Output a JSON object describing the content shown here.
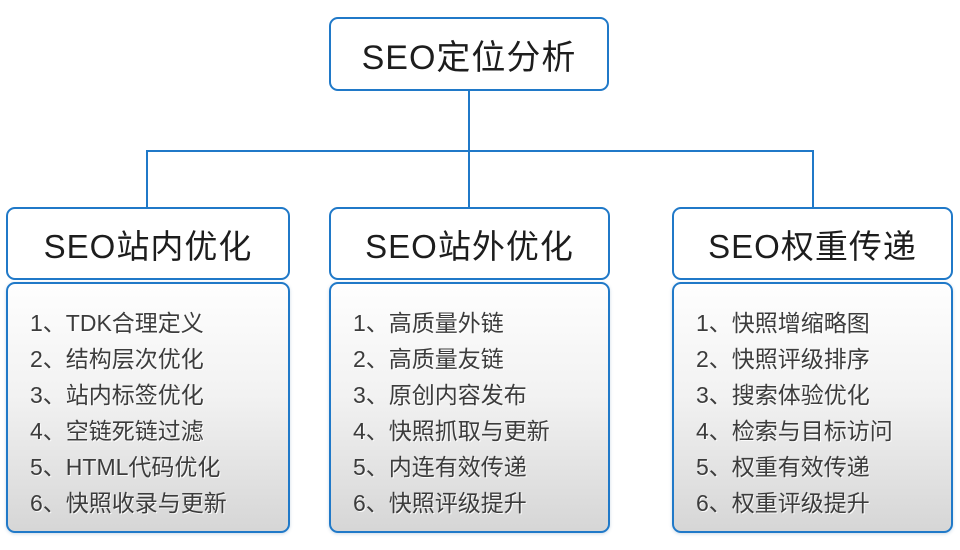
{
  "diagram": {
    "root": {
      "label": "SEO定位分析"
    },
    "columns": [
      {
        "heading": "SEO站内优化",
        "items": [
          "1、TDK合理定义",
          "2、结构层次优化",
          "3、站内标签优化",
          "4、空链死链过滤",
          "5、HTML代码优化",
          "6、快照收录与更新"
        ]
      },
      {
        "heading": "SEO站外优化",
        "items": [
          "1、高质量外链",
          "2、高质量友链",
          "3、原创内容发布",
          "4、快照抓取与更新",
          "5、内连有效传递",
          "6、快照评级提升"
        ]
      },
      {
        "heading": "SEO权重传递",
        "items": [
          "1、快照增缩略图",
          "2、快照评级排序",
          "3、搜索体验优化",
          "4、检索与目标访问",
          "5、权重有效传递",
          "6、权重评级提升"
        ]
      }
    ]
  },
  "colors": {
    "border_blue": "#2079c8",
    "list_gradient_top": "#fefefe",
    "list_gradient_bottom": "#d6d6d6",
    "heading_text": "#1d1d1d",
    "item_text": "#3c3c3c"
  }
}
